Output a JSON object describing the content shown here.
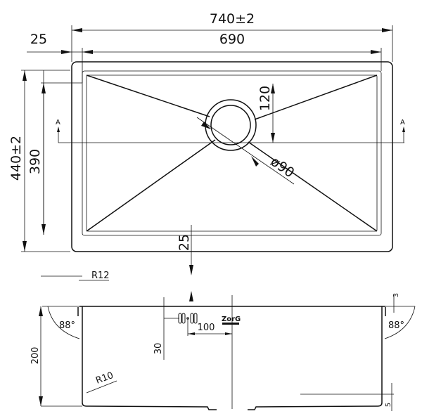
{
  "top_view": {
    "overall_width": "740±2",
    "bowl_width": "690",
    "rim_offset": "25",
    "overall_depth": "440±2",
    "bowl_depth": "390",
    "drain_offset": "120",
    "drain_diameter": "ø90",
    "front_rim": "25",
    "corner_radius": "R12",
    "section_label_left": "A",
    "section_label_right": "A"
  },
  "section_view": {
    "height": "200",
    "overflow_height": "30",
    "overflow_offset": "100",
    "wall_angle_left": "88°",
    "wall_angle_right": "88°",
    "bottom_radius": "R10",
    "rim_thickness": "3",
    "drain_recess": "5",
    "logo": "ZorG"
  }
}
